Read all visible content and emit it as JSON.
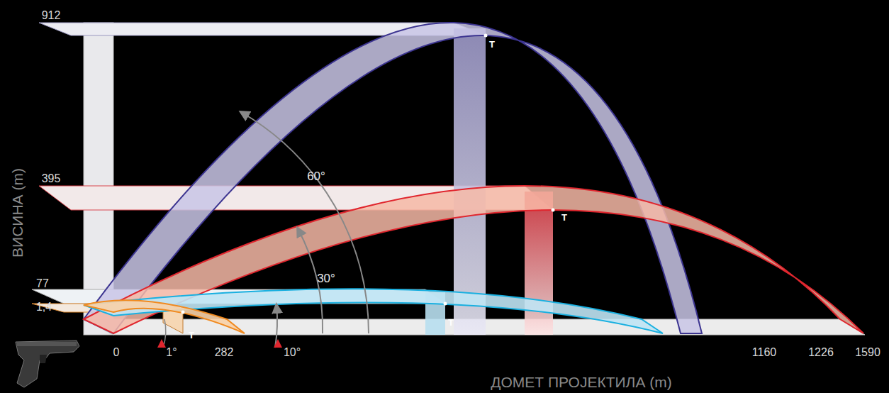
{
  "diagram": {
    "labels": [
      "912",
      "395",
      "77",
      "1,4",
      "ВИСИНА (m)",
      "ДОМЕТ ПРОЈЕКТИЛА (m)",
      "0",
      "1°",
      "282",
      "10°",
      "1160",
      "1226",
      "1590",
      "60°",
      "30°",
      "T",
      "T",
      "T",
      "T"
    ]
  }
}
